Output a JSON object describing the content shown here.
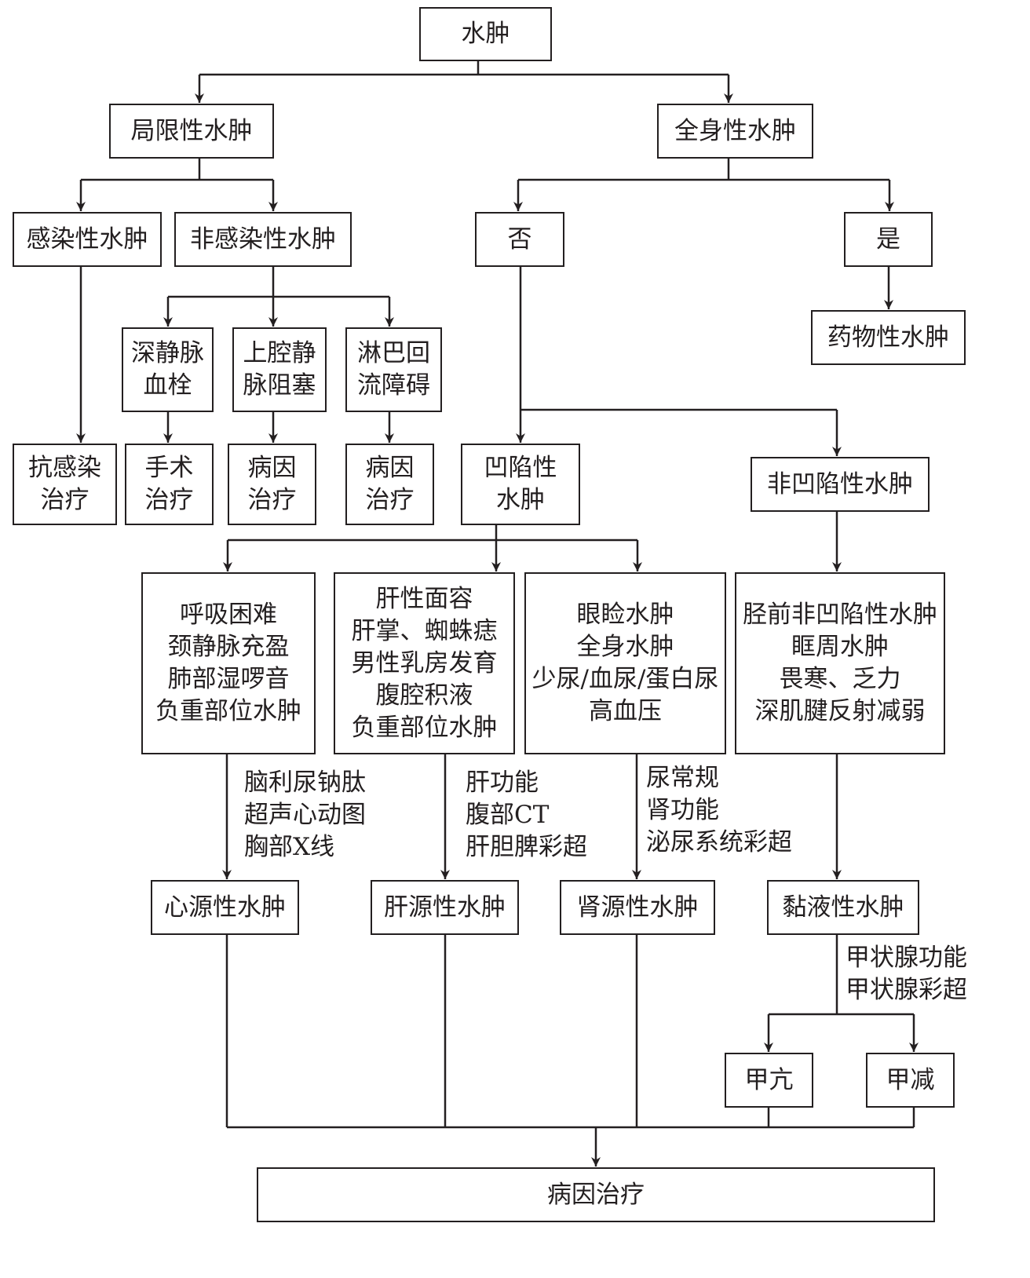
{
  "nodes": {
    "edema": [
      "水肿"
    ],
    "local_edema": [
      "局限性水肿"
    ],
    "general_edema": [
      "全身性水肿"
    ],
    "infectious": [
      "感染性水肿"
    ],
    "noninfectious": [
      "非感染性水肿"
    ],
    "no": [
      "否"
    ],
    "yes": [
      "是"
    ],
    "drug_edema": [
      "药物性水肿"
    ],
    "dvt": [
      "深静脉",
      "血栓"
    ],
    "svc": [
      "上腔静",
      "脉阻塞"
    ],
    "lymph": [
      "淋巴回",
      "流障碍"
    ],
    "anti_infection": [
      "抗感染",
      "治疗"
    ],
    "surgery": [
      "手术",
      "治疗"
    ],
    "cause_tx_1": [
      "病因",
      "治疗"
    ],
    "cause_tx_2": [
      "病因",
      "治疗"
    ],
    "pitting": [
      "凹陷性",
      "水肿"
    ],
    "nonpitting": [
      "非凹陷性水肿"
    ],
    "cardiac_signs": [
      "呼吸困难",
      "颈静脉充盈",
      "肺部湿啰音",
      "负重部位水肿"
    ],
    "hepatic_signs": [
      "肝性面容",
      "肝掌、蜘蛛痣",
      "男性乳房发育",
      "腹腔积液",
      "负重部位水肿"
    ],
    "renal_signs": [
      "眼睑水肿",
      "全身水肿",
      "少尿/血尿/蛋白尿",
      "高血压"
    ],
    "myx_signs": [
      "胫前非凹陷性水肿",
      "眶周水肿",
      "畏寒、乏力",
      "深肌腱反射减弱"
    ],
    "cardiac": [
      "心源性水肿"
    ],
    "hepatic": [
      "肝源性水肿"
    ],
    "renal": [
      "肾源性水肿"
    ],
    "myxedema": [
      "黏液性水肿"
    ],
    "hyper": [
      "甲亢"
    ],
    "hypo": [
      "甲减"
    ],
    "cause_treatment": [
      "病因治疗"
    ]
  },
  "notes": {
    "cardiac_tests": [
      "脑利尿钠肽",
      "超声心动图",
      "胸部X线"
    ],
    "hepatic_tests": [
      "肝功能",
      "腹部CT",
      "肝胆脾彩超"
    ],
    "renal_tests": [
      "尿常规",
      "肾功能",
      "泌尿系统彩超"
    ],
    "thyroid_tests": [
      "甲状腺功能",
      "甲状腺彩超"
    ]
  }
}
